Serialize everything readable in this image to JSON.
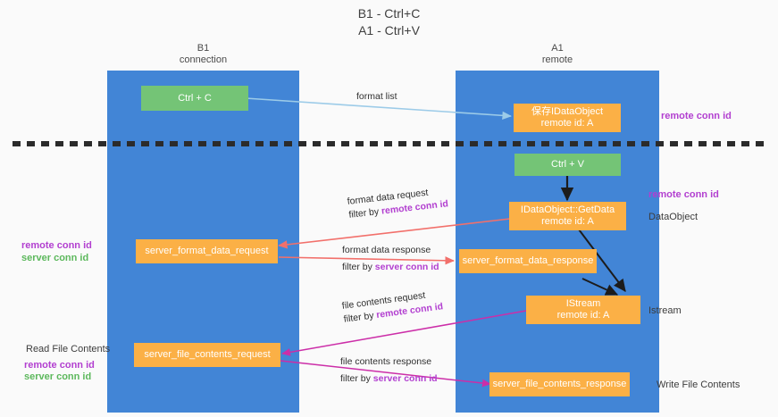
{
  "title": {
    "line1": "B1 - Ctrl+C",
    "line2": "A1 - Ctrl+V"
  },
  "lanes": [
    {
      "name": "B1",
      "sub": "connection"
    },
    {
      "name": "A1",
      "sub": "remote"
    }
  ],
  "boxes": {
    "ctrl_c": "Ctrl + C",
    "ctrl_v": "Ctrl + V",
    "save_dataobject_l1": "保存IDataObject",
    "save_dataobject_l2": "remote id: A",
    "getdata_l1": "IDataObject::GetData",
    "getdata_l2": "remote id: A",
    "istream_l1": "IStream",
    "istream_l2": "remote id: A",
    "server_format_data_request": "server_format_data_request",
    "server_format_data_response": "server_format_data_response",
    "server_file_contents_request": "server_file_contents_request",
    "server_file_contents_response": "server_file_contents_response"
  },
  "right_labels": {
    "remote_conn_id_top": "remote conn id",
    "remote_conn_id_mid": "remote conn id",
    "dataobject": "DataObject",
    "istream": "Istream",
    "write_file_contents": "Write File Contents"
  },
  "left_labels": {
    "remote_conn_id_1": "remote conn id",
    "server_conn_id_1": "server conn id",
    "read_file_contents": "Read File Contents",
    "remote_conn_id_2": "remote conn id",
    "server_conn_id_2": "server conn id"
  },
  "edges": {
    "format_list": "format list",
    "format_data_request": "format data request",
    "format_data_request_filter_prefix": "filter by ",
    "format_data_request_filter_key": "remote conn id",
    "format_data_response": "format data response",
    "format_data_response_filter_prefix": "filter by ",
    "format_data_response_filter_key": "server conn id",
    "file_contents_request": "file contents request",
    "file_contents_request_filter_prefix": "filter by ",
    "file_contents_request_filter_key": "remote conn id",
    "file_contents_response": "file contents response",
    "file_contents_response_filter_prefix": "filter by ",
    "file_contents_response_filter_key": "server conn id"
  },
  "colors": {
    "lane": "#4285d6",
    "box_orange": "#fbb046",
    "box_green": "#74c476",
    "accent_purple": "#b23fd0",
    "accent_green": "#5cb85c",
    "arrow_lightblue": "#9ccbe8",
    "arrow_red": "#f2706b",
    "arrow_magenta": "#cc2ea8",
    "arrow_black": "#1c1c1c",
    "divider": "#2b2b2b"
  }
}
